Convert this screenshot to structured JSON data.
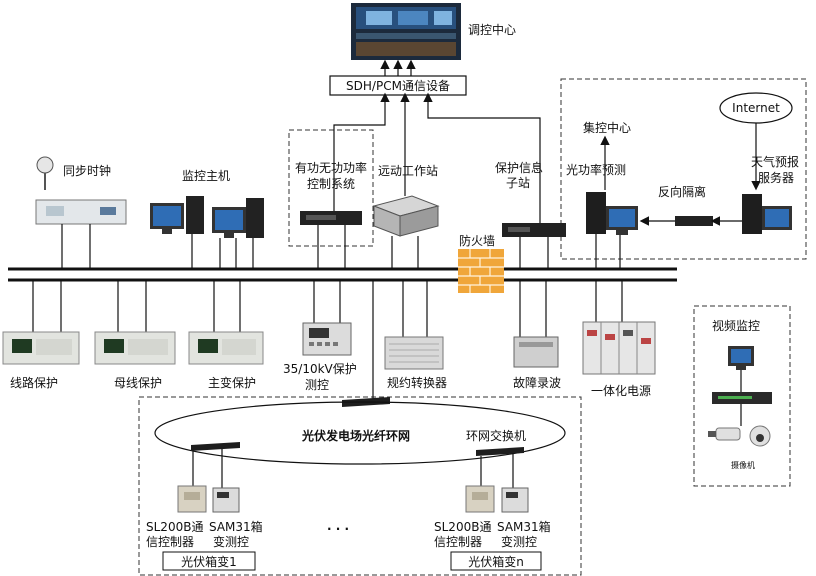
{
  "labels": {
    "control_center": "调控中心",
    "sdh": "SDH/PCM通信设备",
    "sync_clock": "同步时钟",
    "monitor_host": "监控主机",
    "power_ctrl_1": "有功无功功率",
    "power_ctrl_2": "控制系统",
    "remote_ws": "远动工作站",
    "protect_sub_1": "保护信息",
    "protect_sub_2": "子站",
    "firewall": "防火墙",
    "centralized": "集控中心",
    "pv_forecast": "光功率预测",
    "reverse_iso": "反向隔离",
    "internet": "Internet",
    "weather_1": "天气预报",
    "weather_2": "服务器",
    "line_protect": "线路保护",
    "bus_protect": "母线保护",
    "main_protect": "主变保护",
    "prot35_1": "35/10kV保护",
    "prot35_2": "测控",
    "proto_conv": "规约转换器",
    "fault_rec": "故障录波",
    "integ_power": "一体化电源",
    "video_mon": "视频监控",
    "camera": "摄像机",
    "ring_net": "光伏发电场光纤环网",
    "ring_switch": "环网交换机",
    "sl200b_1a": "SL200B通",
    "sl200b_1b": "信控制器",
    "sam31_1a": "SAM31箱",
    "sam31_1b": "变测控",
    "sl200b_2a": "SL200B通",
    "sl200b_2b": "信控制器",
    "sam31_2a": "SAM31箱",
    "sam31_2b": "变测控",
    "ellipsis": "· · ·",
    "box_1": "光伏箱变1",
    "box_n": "光伏箱变n"
  }
}
